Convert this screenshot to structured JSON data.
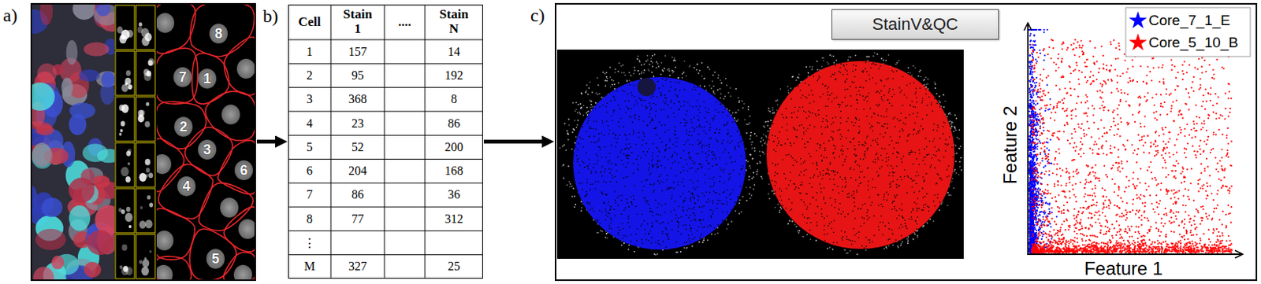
{
  "diagram": {
    "nodes": [
      {
        "text": [
          "a)"
        ]
      },
      {
        "text": [
          "b)"
        ]
      },
      {
        "text": [
          "c)"
        ]
      },
      {
        "text": [
          "StainV&QC"
        ],
        "in": 2
      }
    ],
    "edges": [
      {
        "from": 0,
        "to": 1,
        "arrow": "to"
      },
      {
        "from": 1,
        "to": 2,
        "arrow": "to"
      }
    ],
    "labels": [
      "8",
      "7",
      "1",
      "2",
      "3",
      "6",
      "4",
      "5",
      "Cell",
      "Stain 1",
      "....",
      "Stain N",
      "1",
      "157",
      "14",
      "2",
      "95",
      "192",
      "3",
      "368",
      "8",
      "4",
      "23",
      "86",
      "5",
      "52",
      "200",
      "6",
      "204",
      "168",
      "7",
      "86",
      "36",
      "8",
      "77",
      "312",
      "⋮",
      "M",
      "327",
      "25",
      "Feature 2",
      "Feature 1"
    ],
    "legend": [
      {
        "text": "Core_7_1_E",
        "color": "#0000ff"
      },
      {
        "text": "Core_5_10_B",
        "color": "#ff0000"
      }
    ]
  }
}
